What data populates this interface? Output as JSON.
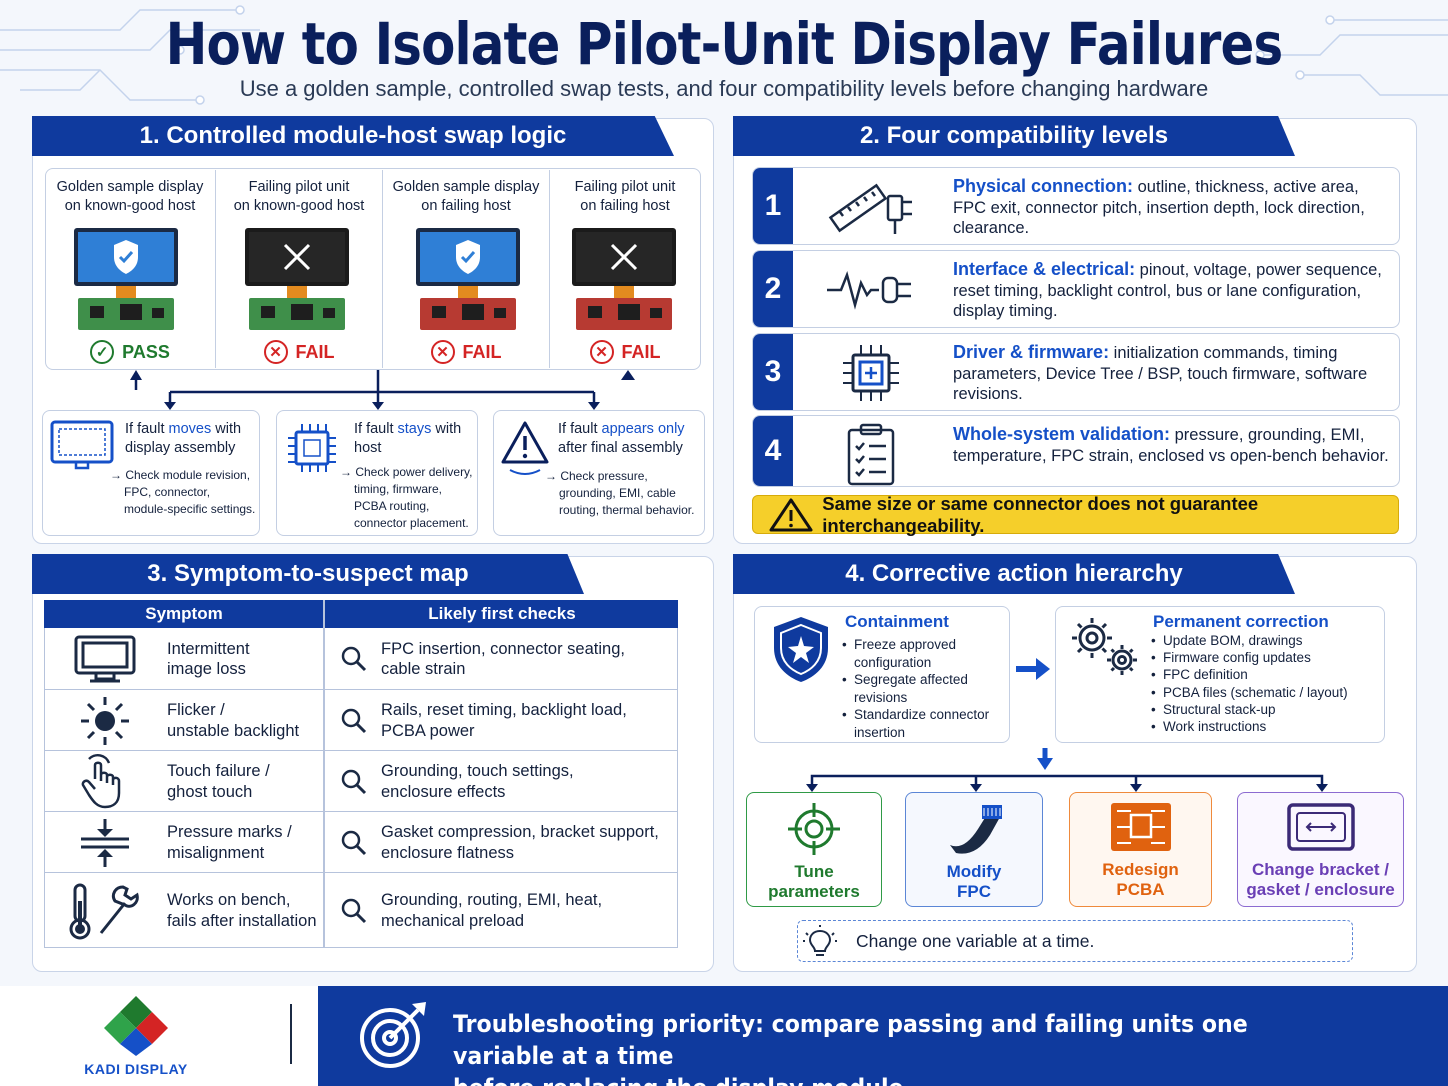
{
  "header": {
    "title": "How to Isolate Pilot-Unit Display Failures",
    "subtitle": "Use a golden sample, controlled swap tests, and four compatibility levels before changing hardware"
  },
  "swap": {
    "heading": "1. Controlled module-host swap logic",
    "cols": [
      {
        "l1": "Golden sample display",
        "l2": "on known-good host",
        "result": "PASS"
      },
      {
        "l1": "Failing pilot unit",
        "l2": "on known-good host",
        "result": "FAIL"
      },
      {
        "l1": "Golden sample display",
        "l2": "on failing host",
        "result": "FAIL"
      },
      {
        "l1": "Failing pilot unit",
        "l2": "on failing host",
        "result": "FAIL"
      }
    ],
    "outcomes": [
      {
        "pre": "If fault ",
        "key": "moves",
        "post": " with display assembly",
        "detail": "Check module revision, FPC, connector, module-specific settings."
      },
      {
        "pre": "If fault ",
        "key": "stays",
        "post": " with host",
        "detail": "Check power delivery, timing, firmware, PCBA routing, connector placement."
      },
      {
        "pre": "If fault ",
        "key": "appears only",
        "post": " after final assembly",
        "detail": "Check pressure, grounding, EMI, cable routing, thermal behavior."
      }
    ]
  },
  "levels": {
    "heading": "2. Four compatibility levels",
    "items": [
      {
        "num": "1",
        "key": "Physical connection:",
        "text": " outline, thickness, active area, FPC exit, connector pitch, insertion depth, lock direction, clearance.",
        "icon": "ruler-connector-icon"
      },
      {
        "num": "2",
        "key": "Interface & electrical:",
        "text": " pinout, voltage, power sequence, reset timing, backlight control, bus or lane configuration, display timing.",
        "icon": "signal-plug-icon"
      },
      {
        "num": "3",
        "key": "Driver & firmware:",
        "text": " initialization commands, timing parameters, Device Tree / BSP, touch firmware, software revisions.",
        "icon": "chip-icon"
      },
      {
        "num": "4",
        "key": "Whole-system validation:",
        "text": " pressure, grounding, EMI, temperature, FPC strain, enclosed vs open-bench behavior.",
        "icon": "checklist-icon"
      }
    ],
    "warning": "Same size or same connector does not guarantee interchangeability."
  },
  "symptoms": {
    "heading": "3. Symptom-to-suspect map",
    "col1": "Symptom",
    "col2": "Likely first checks",
    "rows": [
      {
        "s1": "Intermittent",
        "s2": "image loss",
        "c1": "FPC insertion, connector seating,",
        "c2": "cable strain",
        "icon": "monitor-icon"
      },
      {
        "s1": "Flicker /",
        "s2": "unstable backlight",
        "c1": "Rails, reset timing, backlight load,",
        "c2": "PCBA power",
        "icon": "sun-icon"
      },
      {
        "s1": "Touch failure /",
        "s2": "ghost touch",
        "c1": "Grounding, touch settings,",
        "c2": "enclosure effects",
        "icon": "touch-hand-icon"
      },
      {
        "s1": "Pressure marks /",
        "s2": "misalignment",
        "c1": "Gasket compression, bracket support,",
        "c2": "enclosure flatness",
        "icon": "pressure-icon"
      },
      {
        "s1": "Works on bench,",
        "s2": "fails after installation",
        "c1": "Grounding, routing, EMI, heat,",
        "c2": "mechanical preload",
        "icon": "thermometer-wrench-icon"
      }
    ]
  },
  "actions": {
    "heading": "4. Corrective action hierarchy",
    "containment": {
      "title": "Containment",
      "items": [
        "Freeze approved configuration",
        "Segregate affected revisions",
        "Standardize connector insertion"
      ]
    },
    "permanent": {
      "title": "Permanent correction",
      "items": [
        "Update BOM, drawings",
        "Firmware config updates",
        "FPC definition",
        "PCBA files (schematic / layout)",
        "Structural stack-up",
        "Work instructions"
      ]
    },
    "options": [
      {
        "l1": "Tune",
        "l2": "parameters",
        "color": "#1f7a2e"
      },
      {
        "l1": "Modify",
        "l2": "FPC",
        "color": "#1550c8"
      },
      {
        "l1": "Redesign",
        "l2": "PCBA",
        "color": "#e0620f"
      },
      {
        "l1": "Change bracket /",
        "l2": "gasket / enclosure",
        "color": "#6a3fb5"
      }
    ],
    "tip": "Change one variable at a time."
  },
  "footer": {
    "brand": "KADI DISPLAY",
    "l1": "Troubleshooting priority: compare passing and failing units one variable at a time",
    "l2": "before replacing the display module."
  },
  "colors": {
    "navy": "#0f3a9e",
    "pass": "#1f7a2e",
    "fail": "#d42424",
    "warning": "#f5cf2a"
  }
}
